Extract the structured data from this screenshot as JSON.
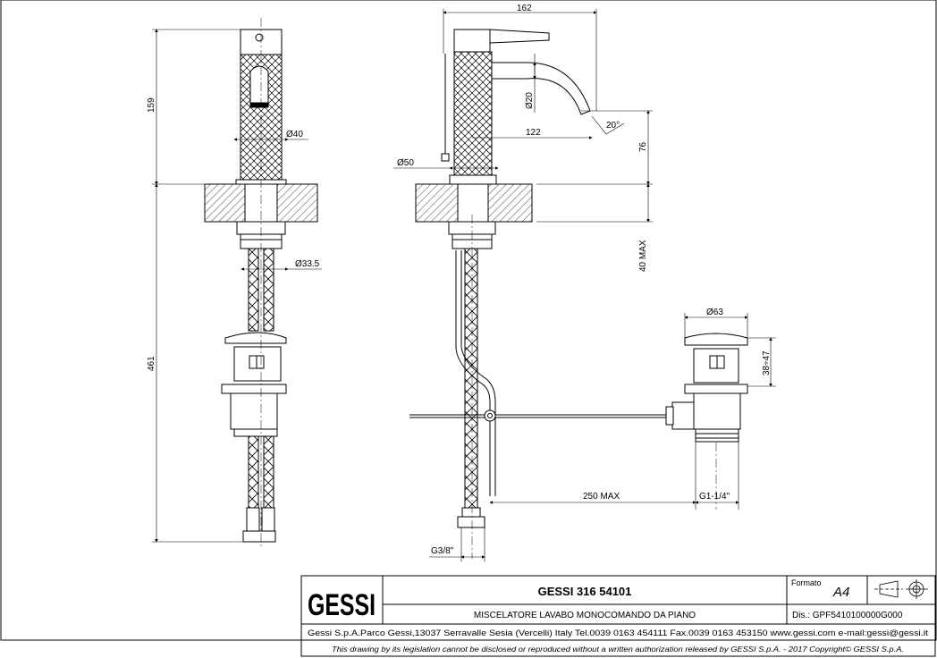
{
  "dimensions": {
    "width_162": "162",
    "height_159": "159",
    "dia_40": "Ø40",
    "dia_20": "Ø20",
    "len_122": "122",
    "angle_20": "20°",
    "h_76": "76",
    "dia_50": "Ø50",
    "max_40": "40 MAX",
    "dia_33_5": "Ø33.5",
    "dia_63": "Ø63",
    "range_38_47": "38÷47",
    "height_461": "461",
    "max_250": "250 MAX",
    "thread_g1": "G1-1/4\"",
    "thread_g3_8": "G3/8\""
  },
  "title_block": {
    "logo": "GESSI",
    "product_code": "GESSI 316 54101",
    "description": "MISCELATORE LAVABO MONOCOMANDO DA PIANO",
    "format_label": "Formato",
    "format_value": "A4",
    "drawing_number": "Dis.: GPF5410100000G000",
    "company_address": "Gessi S.p.A.Parco Gessi,13037 Serravalle Sesia (Vercelli) Italy Tel.0039 0163 454111 Fax.0039 0163 453150 www.gessi.com e-mail:gessi@gessi.it",
    "copyright_notice": "This drawing by its legislation cannot be disclosed or reproduced without a written authorization released by GESSI S.p.A. - 2017 Copyright© GESSI S.p.A."
  }
}
